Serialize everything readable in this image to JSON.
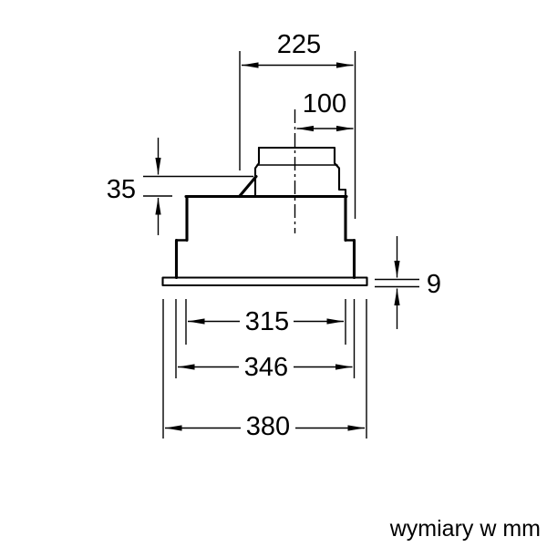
{
  "diagram": {
    "title": "appliance dimension drawing",
    "caption": "wymiary w mm",
    "unit": "mm",
    "colors": {
      "line": "#000000",
      "background": "#ffffff"
    },
    "dimensions": {
      "top_depth": {
        "label": "225",
        "value": 225
      },
      "duct_offset": {
        "label": "100",
        "value": 100
      },
      "slope_height": {
        "label": "35",
        "value": 35
      },
      "flange_thickness": {
        "label": "9",
        "value": 9
      },
      "body_width": {
        "label": "315",
        "value": 315
      },
      "step_width": {
        "label": "346",
        "value": 346
      },
      "flange_width": {
        "label": "380",
        "value": 380
      }
    }
  }
}
